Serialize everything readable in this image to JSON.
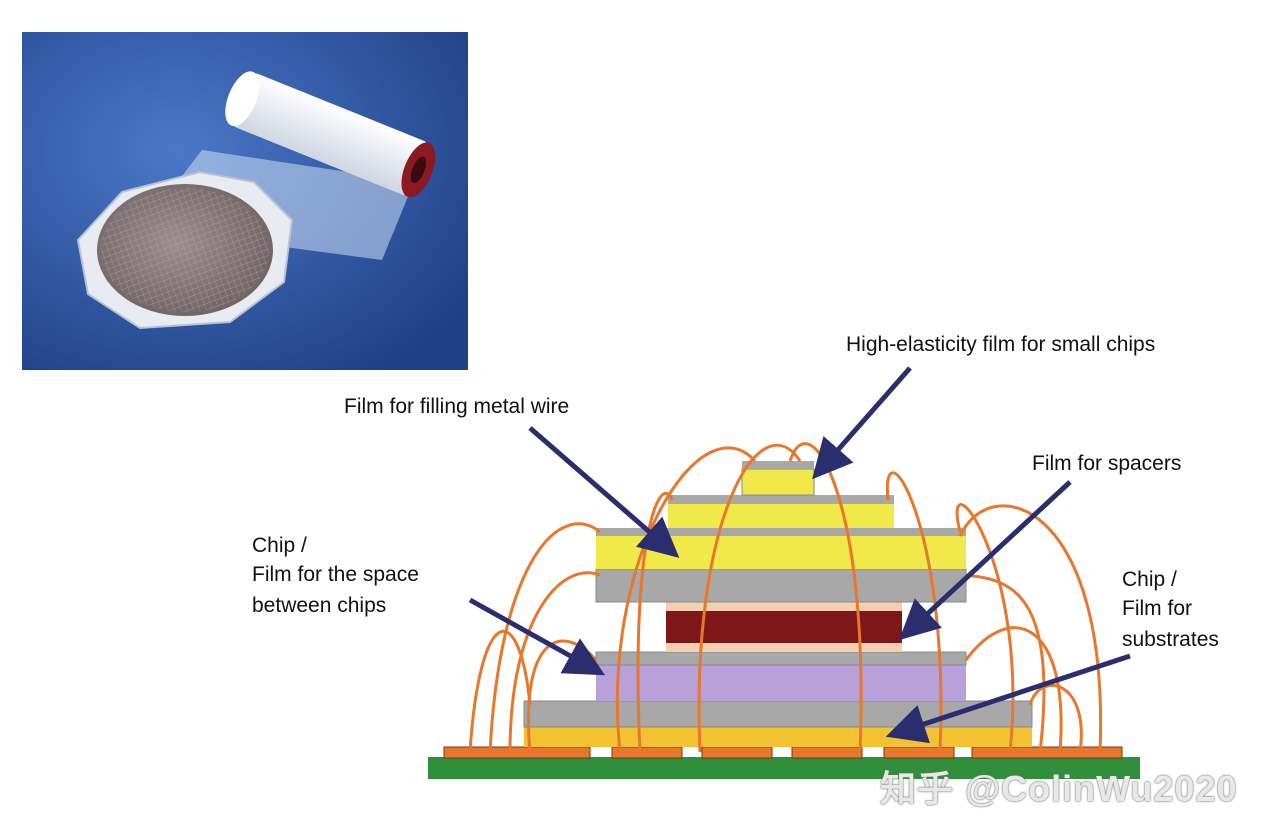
{
  "labels": {
    "high_elasticity": "High-elasticity film for small chips",
    "metal_wire": "Film for filling metal wire",
    "spacers": "Film for spacers",
    "chip_space_1": "Chip /",
    "chip_space_2": "Film for the space",
    "chip_space_3": "between chips",
    "substrates_1": "Chip /",
    "substrates_2": "Film for",
    "substrates_3": "substrates"
  },
  "watermark": "知乎 @ColinWu2020",
  "colors": {
    "photo_bg": "#2f5aa8",
    "yellow_film": "#f1e84a",
    "gray_chip": "#a8a8a8",
    "purple_film": "#b8a0d8",
    "red_spacer": "#7e1717",
    "orange_film": "#f2c233",
    "substrate_green": "#2f8f3a",
    "wire": "#e8772e",
    "arrow": "#2a2e6e"
  }
}
